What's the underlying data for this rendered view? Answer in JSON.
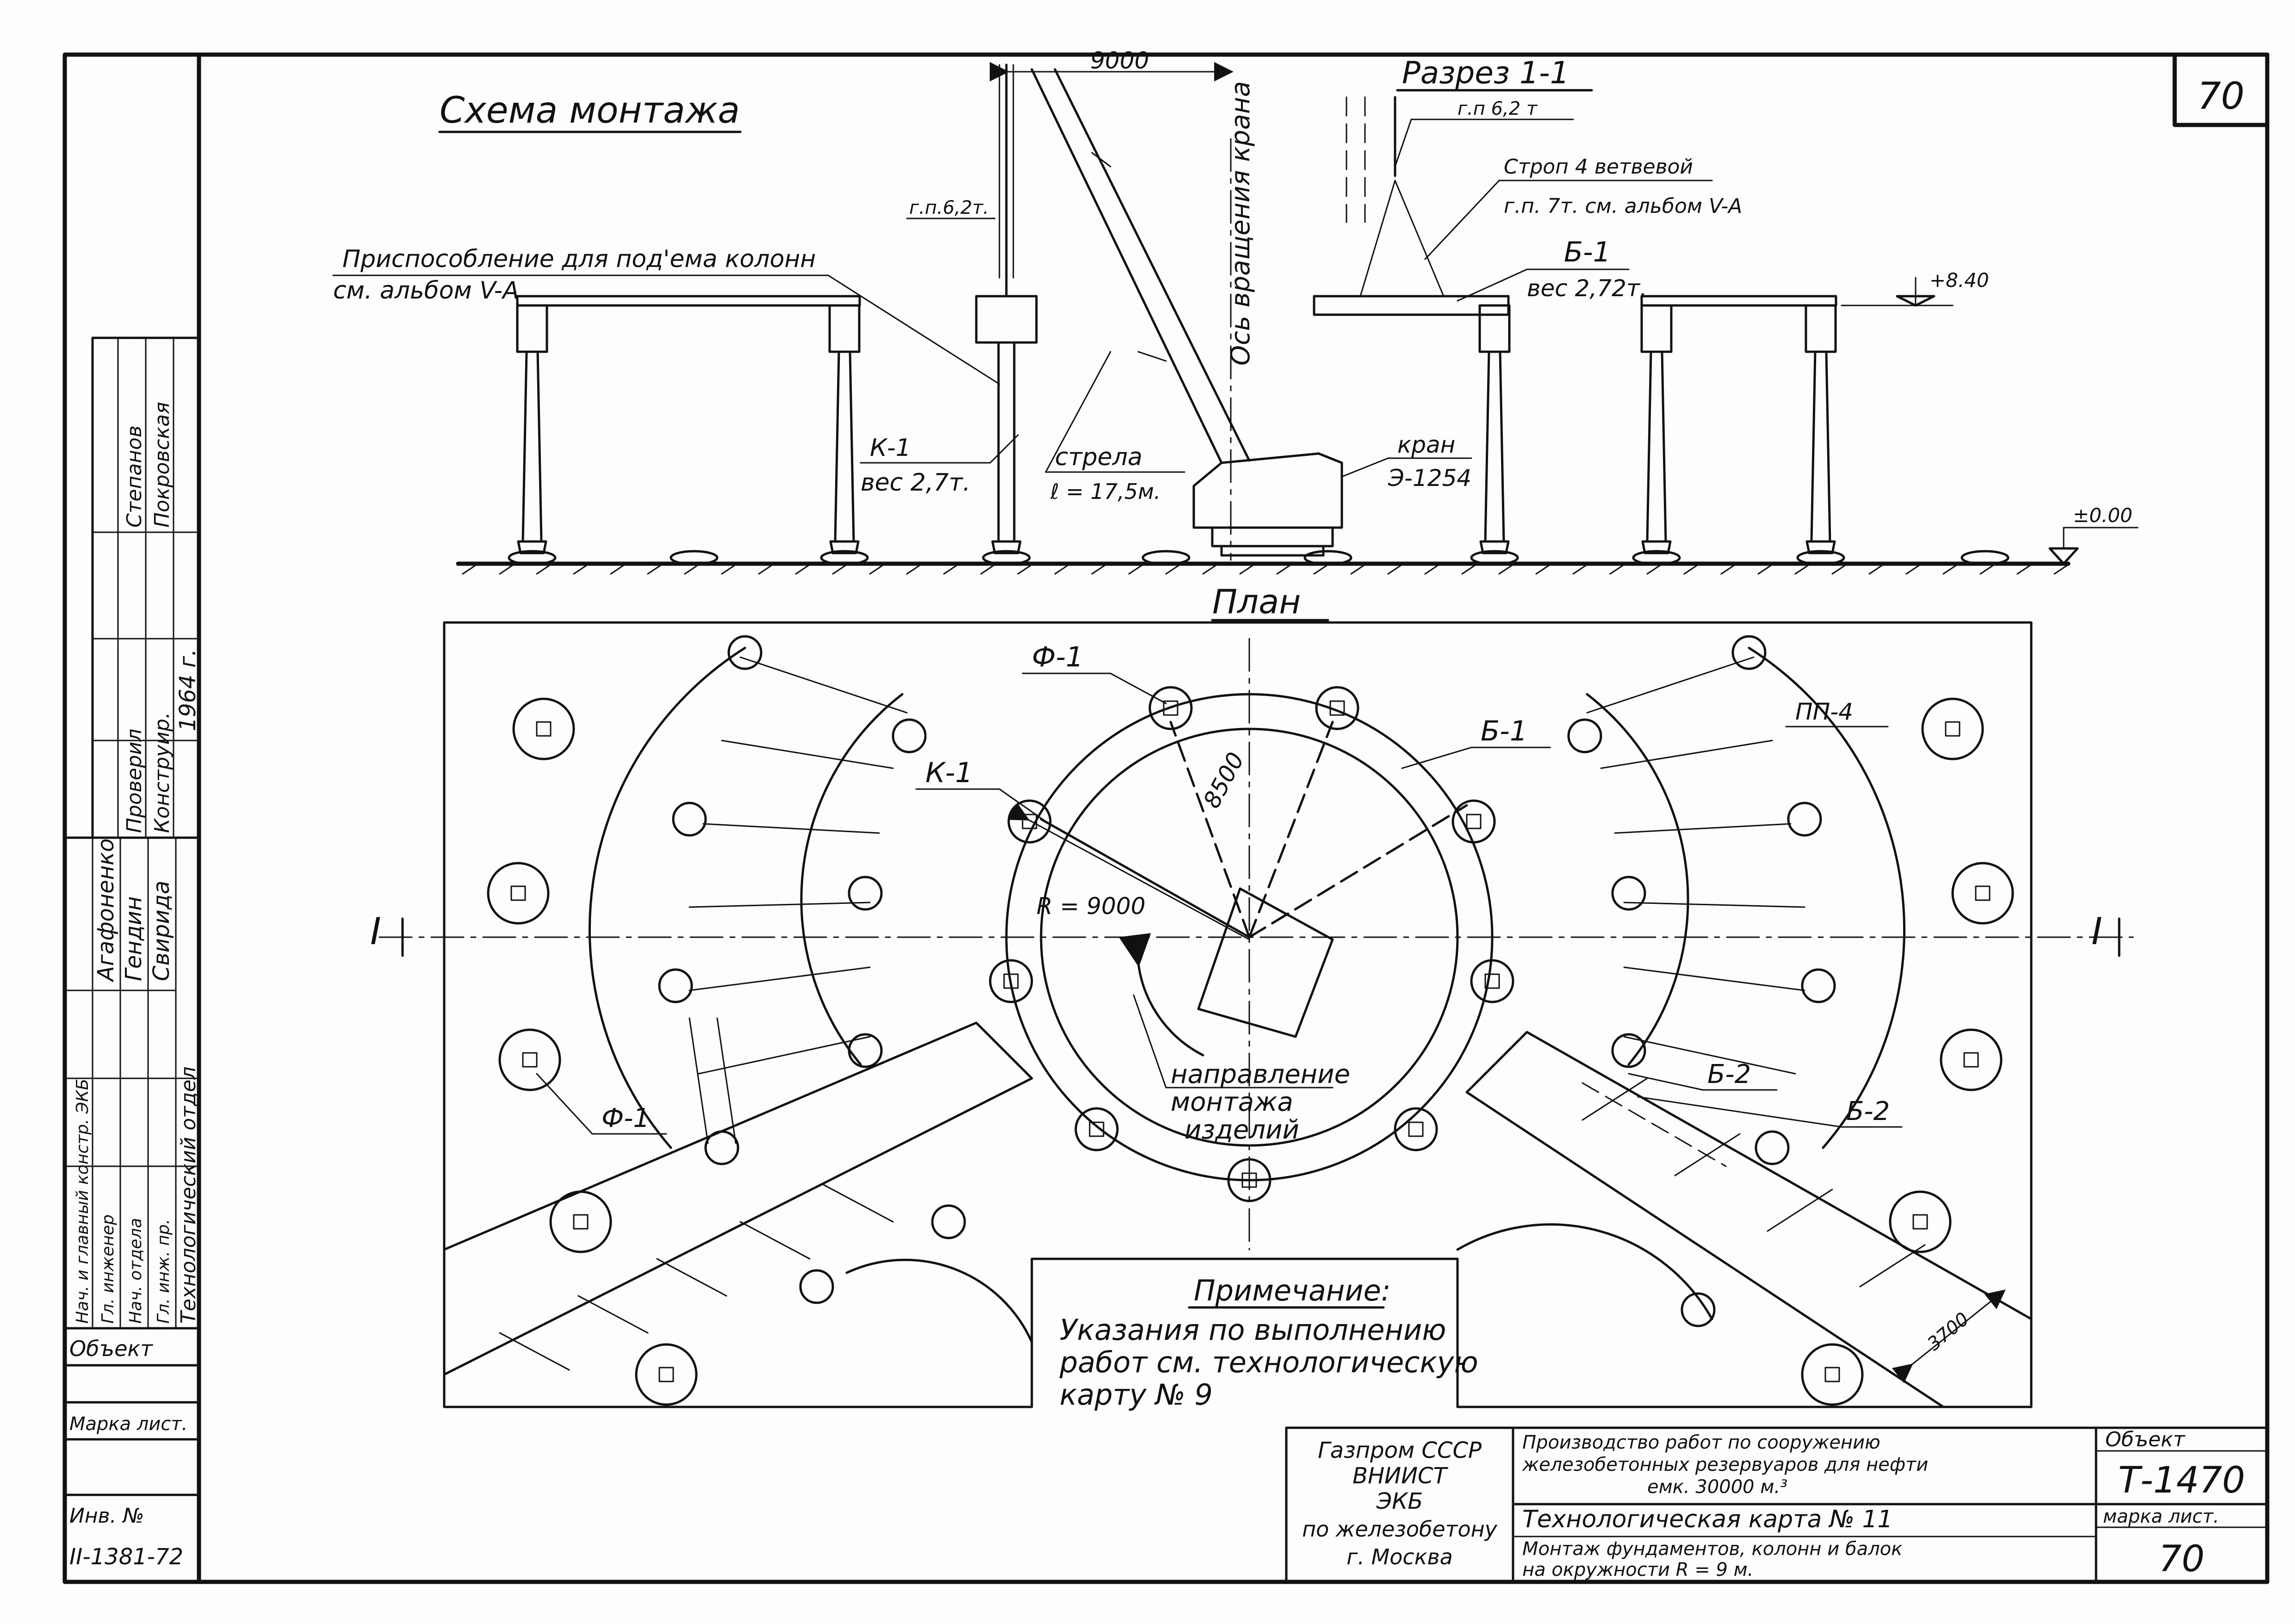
{
  "sheet": {
    "number": "70"
  },
  "elevation": {
    "title": "Схема монтажа",
    "section_title": "Разрез 1-1",
    "dim_9000": "9000",
    "label_gp_62_left": "г.п.6,2т.",
    "label_gp_62_right": "г.п 6,2 т",
    "label_device": "Приспособление для под'ема колонн",
    "label_device_ref": "см. альбом V-А",
    "label_k1": "К-1",
    "label_k1_weight": "вес 2,7т.",
    "label_boom": "стрела",
    "label_boom_len": "ℓ = 17,5м.",
    "label_axis": "Ось вращения крана",
    "label_crane": "кран",
    "label_crane_model": "Э-1254",
    "label_sling": "Строп 4 ветвевой",
    "label_sling_ref": "г.п. 7т. см. альбом V-А",
    "label_b1": "Б-1",
    "label_b1_weight": "вес 2,72т.",
    "level_top": "+8.40",
    "level_zero": "±0.00"
  },
  "plan": {
    "title": "План",
    "label_f1": "Ф-1",
    "label_b1": "Б-1",
    "label_k1": "К-1",
    "label_pp4": "ПП-4",
    "label_8500": "8500",
    "label_r9000": "R = 9000",
    "label_section_left": "I",
    "label_section_right": "I",
    "label_b2_a": "Б-2",
    "label_b2_b": "Б-2",
    "label_f1_b": "Ф-1",
    "label_direction_1": "направление",
    "label_direction_2": "монтажа",
    "label_direction_3": "изделий",
    "label_3700": "3700"
  },
  "note": {
    "title": "Примечание:",
    "line1": "Указания по выполнению",
    "line2": "работ см. технологическую",
    "line3": "карту № 9"
  },
  "side_stamp": {
    "rows": [
      "Нач. и главный констр. ЭКБ",
      "Гл. инженер",
      "Нач. отдела",
      "Гл. инж. пр.",
      "Технологический отдел"
    ],
    "names": [
      "Агафоненко",
      "Гендин",
      "Свирида"
    ],
    "top_roles": [
      "Проверил",
      "Конструир."
    ],
    "top_names": [
      "Степанов",
      "Покровская"
    ],
    "year": "1964 г.",
    "object_label": "Объект",
    "sheet_mark_label": "Марка лист.",
    "inv_label": "Инв. №",
    "inv_number": "II-1381-72"
  },
  "title_block": {
    "org_1": "Газпром СССР",
    "org_2": "ВНИИСТ",
    "org_3": "ЭКБ",
    "org_4": "по железобетону",
    "org_5": "г. Москва",
    "project_1": "Производство работ по сооружению",
    "project_2": "железобетонных резервуаров для нефти",
    "project_3": "емк. 30000 м.³",
    "card": "Технологическая карта № 11",
    "desc_1": "Монтаж фундаментов, колонн и балок",
    "desc_2": "на окружности R = 9 м.",
    "object_label": "Объект",
    "object_value": "Т-1470",
    "sheet_label": "марка лист.",
    "sheet_value": "70"
  }
}
